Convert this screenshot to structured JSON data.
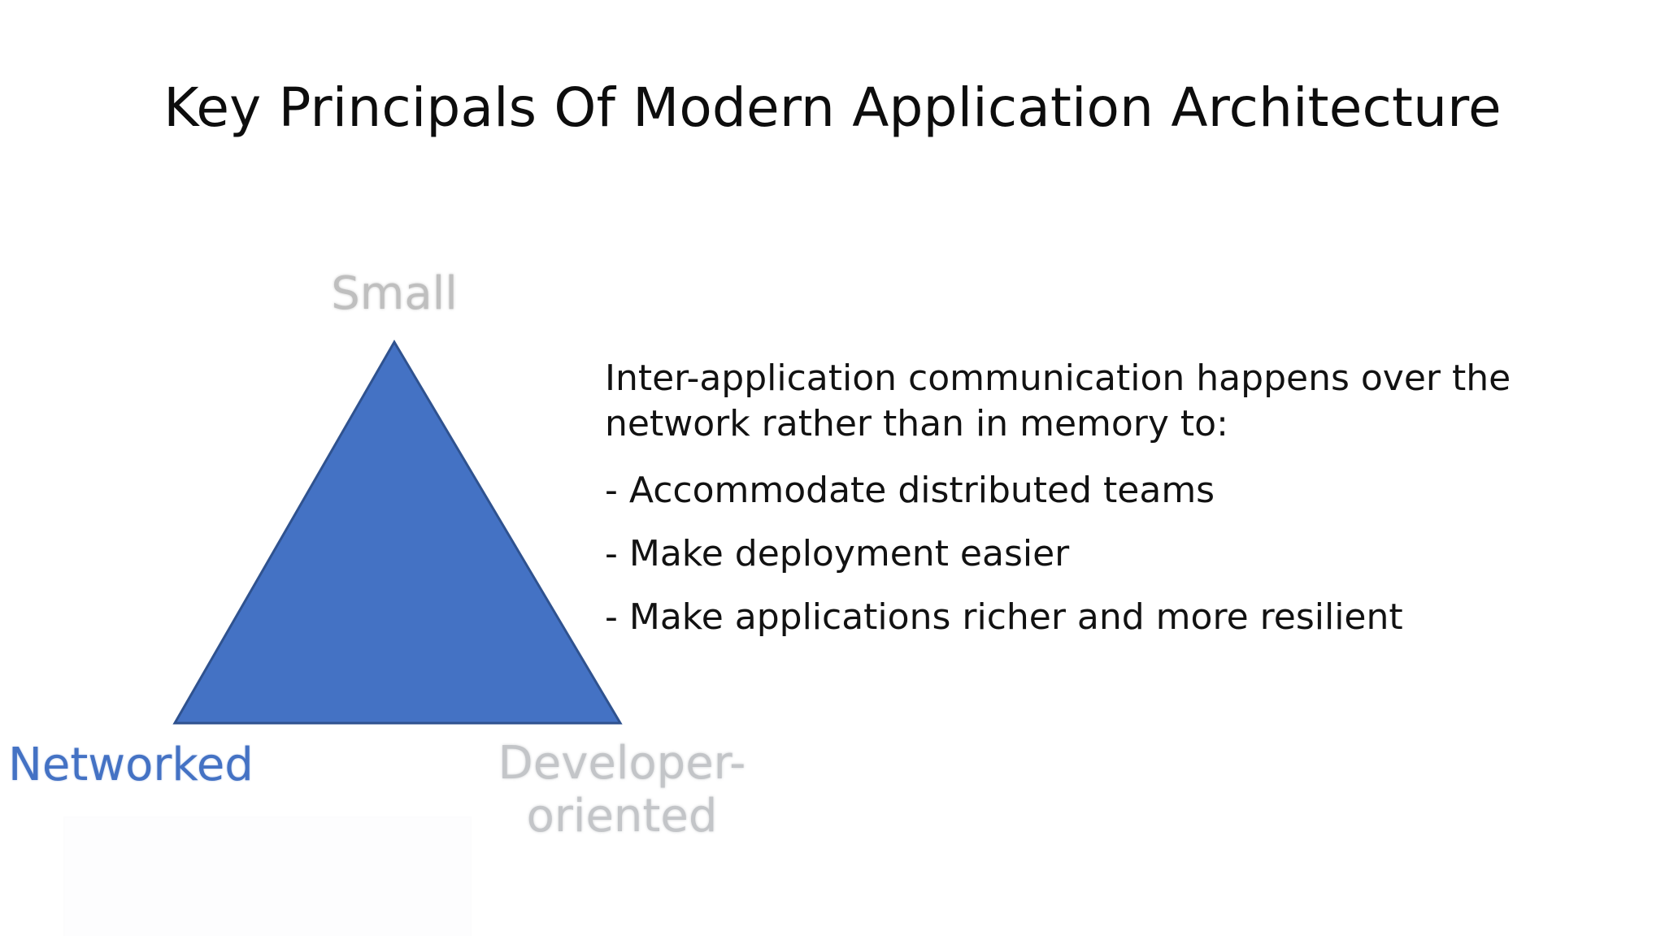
{
  "slide": {
    "background_color": "#ffffff",
    "title": "Key Principals Of Modern Application Architecture"
  },
  "diagram": {
    "shape": "triangle",
    "fill_color": "#4472c4",
    "outline_color": "#2f528f",
    "vertices": [
      {
        "id": "small",
        "label": "Small",
        "position": "apex-top",
        "color": "#bfbfbf"
      },
      {
        "id": "networked",
        "label": "Networked",
        "position": "bottom-left",
        "color": "#4472c4"
      },
      {
        "id": "developer-oriented",
        "label": "Developer-\noriented",
        "position": "bottom-right",
        "color": "#c3c5c8"
      }
    ]
  },
  "content": {
    "intro": "Inter-application communication happens over the network rather than in memory to:",
    "bullets": [
      "- Accommodate distributed teams",
      "- Make deployment easier",
      "- Make applications richer and more resilient"
    ]
  }
}
